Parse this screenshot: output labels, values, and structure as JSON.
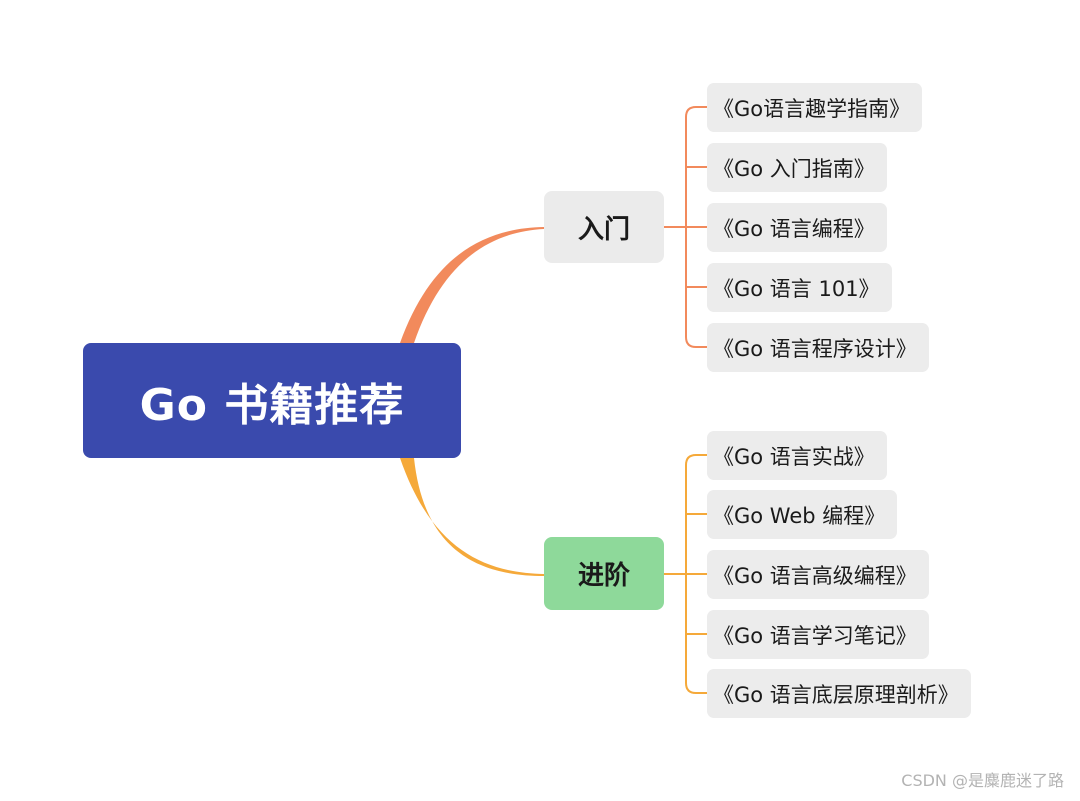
{
  "mindmap": {
    "root": {
      "label": "Go 书籍推荐",
      "color": "#3a4aad"
    },
    "branches": [
      {
        "label": "入门",
        "color": "#ebebeb",
        "line_color": "#f28a5c",
        "children": [
          "《Go语言趣学指南》",
          "《Go 入门指南》",
          "《Go 语言编程》",
          "《Go 语言 101》",
          "《Go 语言程序设计》"
        ]
      },
      {
        "label": "进阶",
        "color": "#8ed99a",
        "line_color": "#f5a93a",
        "children": [
          "《Go 语言实战》",
          "《Go Web 编程》",
          "《Go 语言高级编程》",
          "《Go 语言学习笔记》",
          "《Go 语言底层原理剖析》"
        ]
      }
    ]
  },
  "watermark": "CSDN @是麋鹿迷了路"
}
